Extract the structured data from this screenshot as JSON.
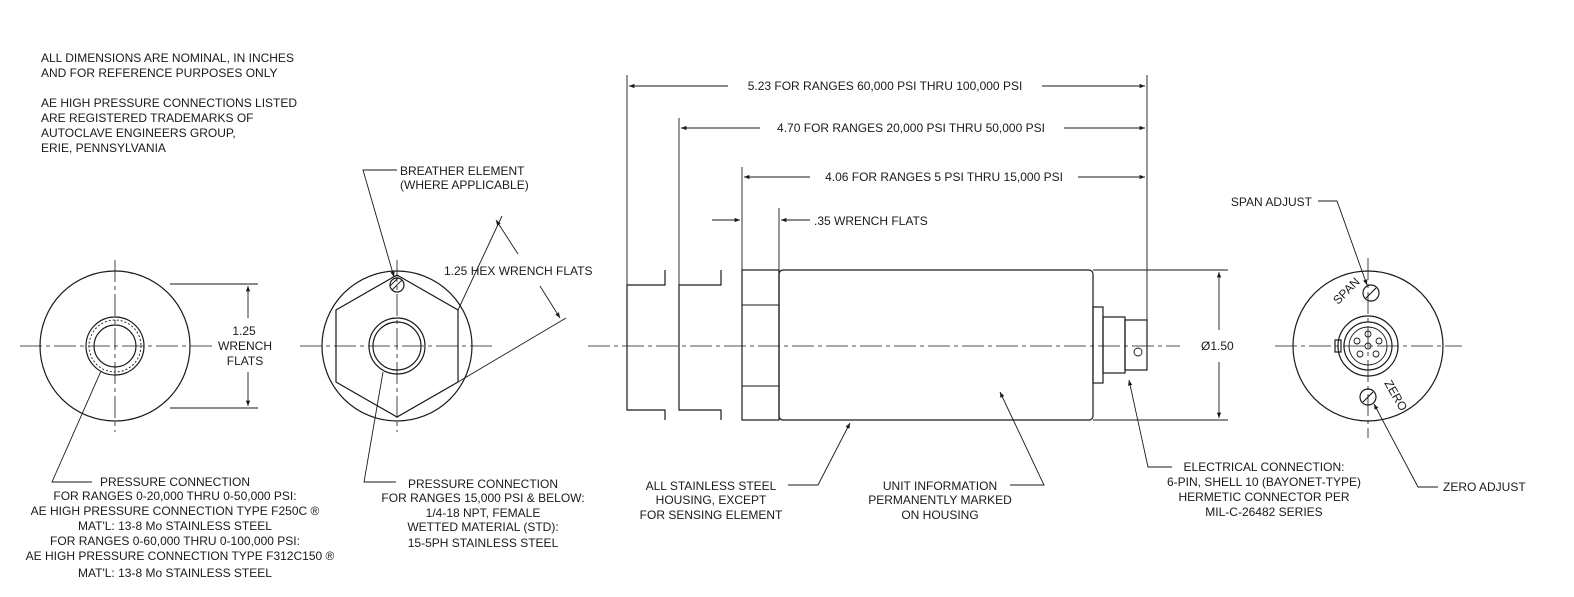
{
  "notes": {
    "nominal_line1": "ALL DIMENSIONS ARE NOMINAL, IN INCHES",
    "nominal_line2": "AND FOR REFERENCE PURPOSES ONLY",
    "tm_line1": "AE HIGH PRESSURE CONNECTIONS LISTED",
    "tm_line2": "ARE REGISTERED TRADEMARKS OF",
    "tm_line3": "AUTOCLAVE ENGINEERS GROUP,",
    "tm_line4": "ERIE, PENNSYLVANIA"
  },
  "view1": {
    "dim_line1": "1.25",
    "dim_line2": "WRENCH",
    "dim_line3": "FLATS",
    "callout": [
      "PRESSURE CONNECTION",
      "FOR RANGES 0-20,000 THRU 0-50,000 PSI:",
      "AE HIGH PRESSURE CONNECTION TYPE F250C ®",
      "MAT'L: 13-8 Mo STAINLESS STEEL",
      "FOR RANGES 0-60,000 THRU 0-100,000 PSI:",
      "AE HIGH PRESSURE CONNECTION TYPE F312C150 ®",
      "MAT'L: 13-8 Mo STAINLESS STEEL"
    ]
  },
  "view2": {
    "breather_line1": "BREATHER ELEMENT",
    "breather_line2": "(WHERE APPLICABLE)",
    "hex_flats": "1.25 HEX WRENCH FLATS",
    "callout": [
      "PRESSURE CONNECTION",
      "FOR RANGES 15,000 PSI & BELOW:",
      "1/4-18 NPT, FEMALE",
      "WETTED MATERIAL (STD):",
      "15-5PH STAINLESS STEEL"
    ]
  },
  "view3": {
    "dim_top": "5.23 FOR RANGES 60,000 PSI THRU 100,000 PSI",
    "dim_mid": "4.70 FOR RANGES 20,000 PSI THRU 50,000 PSI",
    "dim_low": "4.06 FOR RANGES 5 PSI THRU 15,000 PSI",
    "wrench_flats": ".35 WRENCH FLATS",
    "diameter": "Ø1.50",
    "housing_callout": [
      "ALL STAINLESS STEEL",
      "HOUSING, EXCEPT",
      "FOR SENSING ELEMENT"
    ],
    "unit_info_callout": [
      "UNIT INFORMATION",
      "PERMANENTLY MARKED",
      "ON HOUSING"
    ],
    "electrical_callout": [
      "ELECTRICAL CONNECTION:",
      "6-PIN, SHELL 10 (BAYONET-TYPE)",
      "HERMETIC CONNECTOR PER",
      "MIL-C-26482 SERIES"
    ]
  },
  "view4": {
    "span_adjust": "SPAN ADJUST",
    "zero_adjust": "ZERO ADJUST",
    "span_mark": "SPAN",
    "zero_mark": "ZERO"
  }
}
